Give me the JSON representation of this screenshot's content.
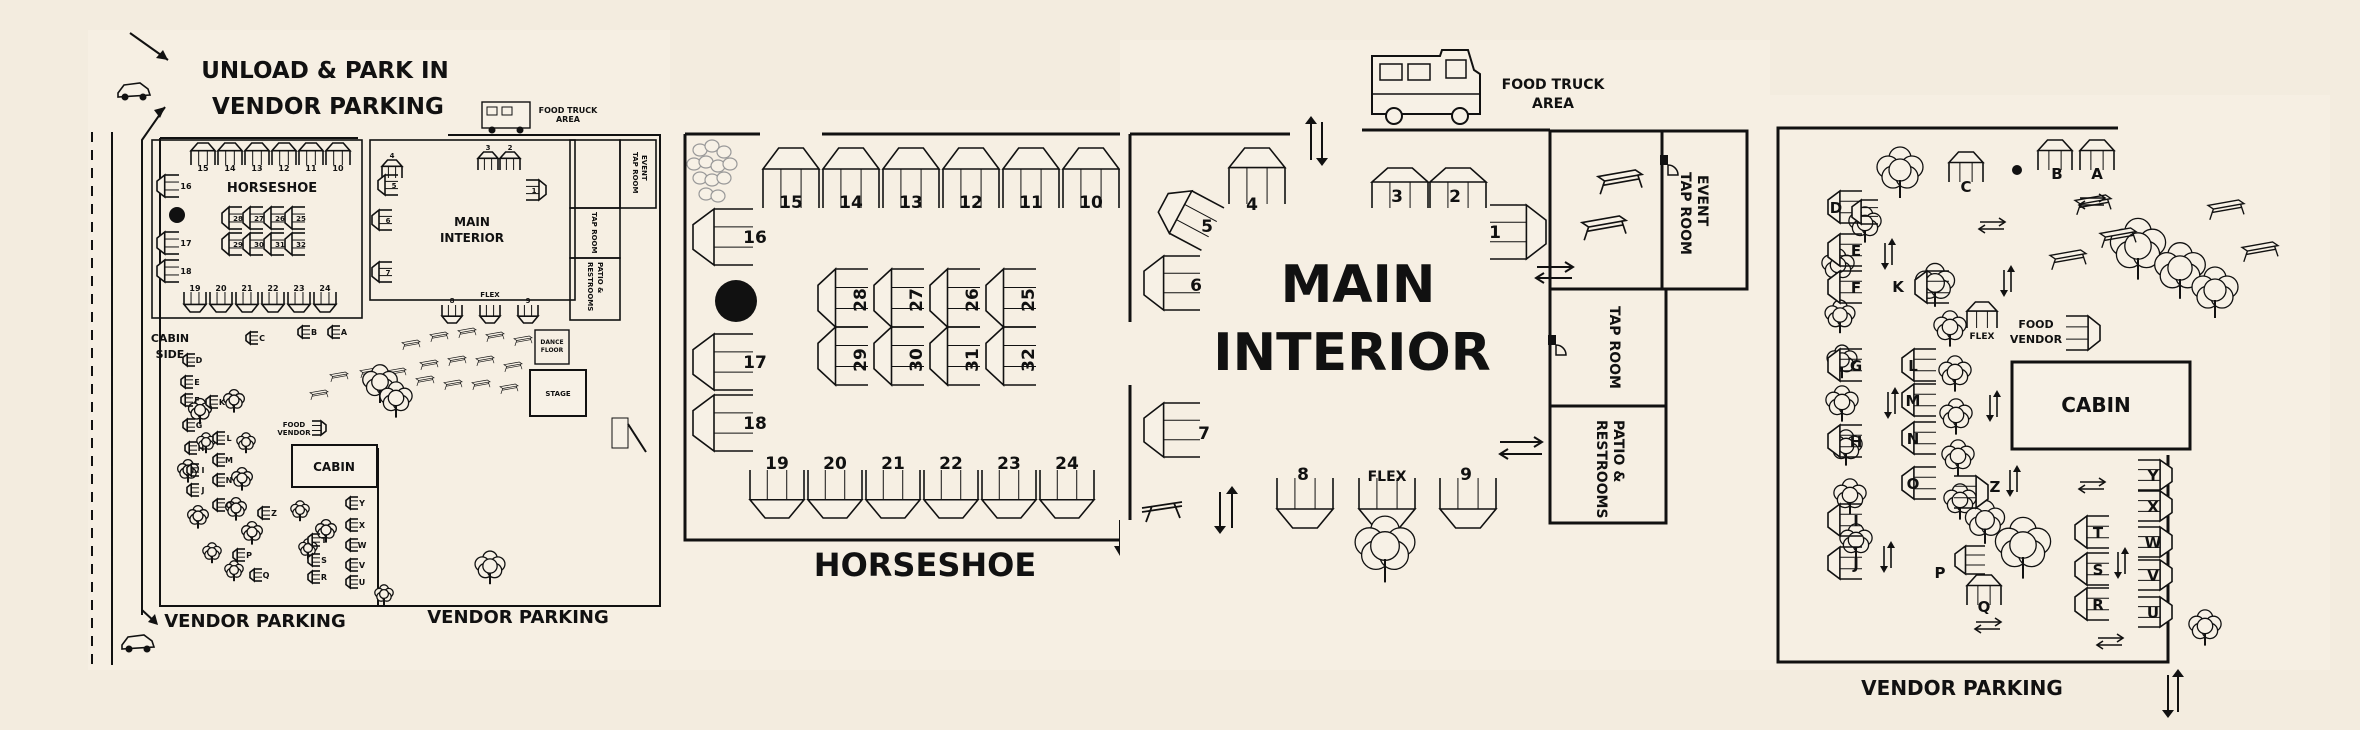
{
  "overview": {
    "headline_line1": "UNLOAD & PARK IN",
    "headline_line2": "VENDOR PARKING",
    "horseshoe": "HORSESHOE",
    "main_interior_line1": "MAIN",
    "main_interior_line2": "INTERIOR",
    "food_truck_line1": "FOOD TRUCK",
    "food_truck_line2": "AREA",
    "event_tap_room_line1": "EVENT",
    "event_tap_room_line2": "TAP ROOM",
    "tap_room": "TAP ROOM",
    "patio_line1": "PATIO &",
    "patio_line2": "RESTROOMS",
    "flex": "FLEX",
    "dance_line1": "DANCE",
    "dance_line2": "FLOOR",
    "stage": "STAGE",
    "cabin_side_line1": "CABIN",
    "cabin_side_line2": "SIDE",
    "food_vendor_line1": "FOOD",
    "food_vendor_line2": "VENDOR",
    "cabin": "CABIN",
    "vendor_parking_left": "VENDOR PARKING",
    "vendor_parking_bottom": "VENDOR PARKING",
    "horseshoe_top_booths": [
      "15",
      "14",
      "13",
      "12",
      "11",
      "10"
    ],
    "horseshoe_side_booths": [
      "16",
      "17",
      "18"
    ],
    "horseshoe_bottom_booths": [
      "19",
      "20",
      "21",
      "22",
      "23",
      "24"
    ],
    "horseshoe_center_booths": [
      "28",
      "27",
      "26",
      "25",
      "29",
      "30",
      "31",
      "32"
    ],
    "main_booths": [
      "5",
      "4",
      "3",
      "2",
      "1",
      "6",
      "7",
      "8",
      "9"
    ],
    "cabin_letters": [
      "A",
      "B",
      "C",
      "D",
      "E",
      "F",
      "G",
      "H",
      "I",
      "J",
      "K",
      "L",
      "M",
      "N",
      "O",
      "P",
      "Q",
      "R",
      "S",
      "T",
      "U",
      "V",
      "W",
      "X",
      "Y",
      "Z"
    ]
  },
  "horseshoe_detail": {
    "title": "HORSESHOE",
    "top_booths": [
      "15",
      "14",
      "13",
      "12",
      "11",
      "10"
    ],
    "side_booths": [
      "16",
      "17",
      "18"
    ],
    "bottom_booths": [
      "19",
      "20",
      "21",
      "22",
      "23",
      "24"
    ],
    "center_top_booths": [
      "28",
      "27",
      "26",
      "25"
    ],
    "center_bottom_booths": [
      "29",
      "30",
      "31",
      "32"
    ]
  },
  "main_detail": {
    "title_line1": "MAIN",
    "title_line2": "INTERIOR",
    "food_truck_line1": "FOOD TRUCK",
    "food_truck_line2": "AREA",
    "booths": {
      "b1": "1",
      "b2": "2",
      "b3": "3",
      "b4": "4",
      "b5": "5",
      "b6": "6",
      "b7": "7",
      "b8": "8",
      "b9": "9"
    },
    "flex": "FLEX",
    "event_tap_room_line1": "EVENT",
    "event_tap_room_line2": "TAP ROOM",
    "tap_room": "TAP ROOM",
    "patio_line1": "PATIO &",
    "patio_line2": "RESTROOMS"
  },
  "cabin_detail": {
    "cabin": "CABIN",
    "food_vendor_line1": "FOOD",
    "food_vendor_line2": "VENDOR",
    "flex": "FLEX",
    "vendor_parking": "VENDOR PARKING",
    "top_booths": [
      "B",
      "A"
    ],
    "c": "C",
    "left_booths": [
      "D",
      "E",
      "F",
      "G",
      "H",
      "I",
      "J"
    ],
    "k": "K",
    "center_booths": [
      "L",
      "M",
      "N",
      "O"
    ],
    "z": "Z",
    "p": "P",
    "q": "Q",
    "right_booths_a": [
      "T",
      "S",
      "R"
    ],
    "right_booths_b": [
      "Y",
      "X",
      "W",
      "V",
      "U"
    ]
  },
  "colors": {
    "background": "#f3ecdf",
    "ink": "#111111",
    "panel": "#f6efe3"
  }
}
